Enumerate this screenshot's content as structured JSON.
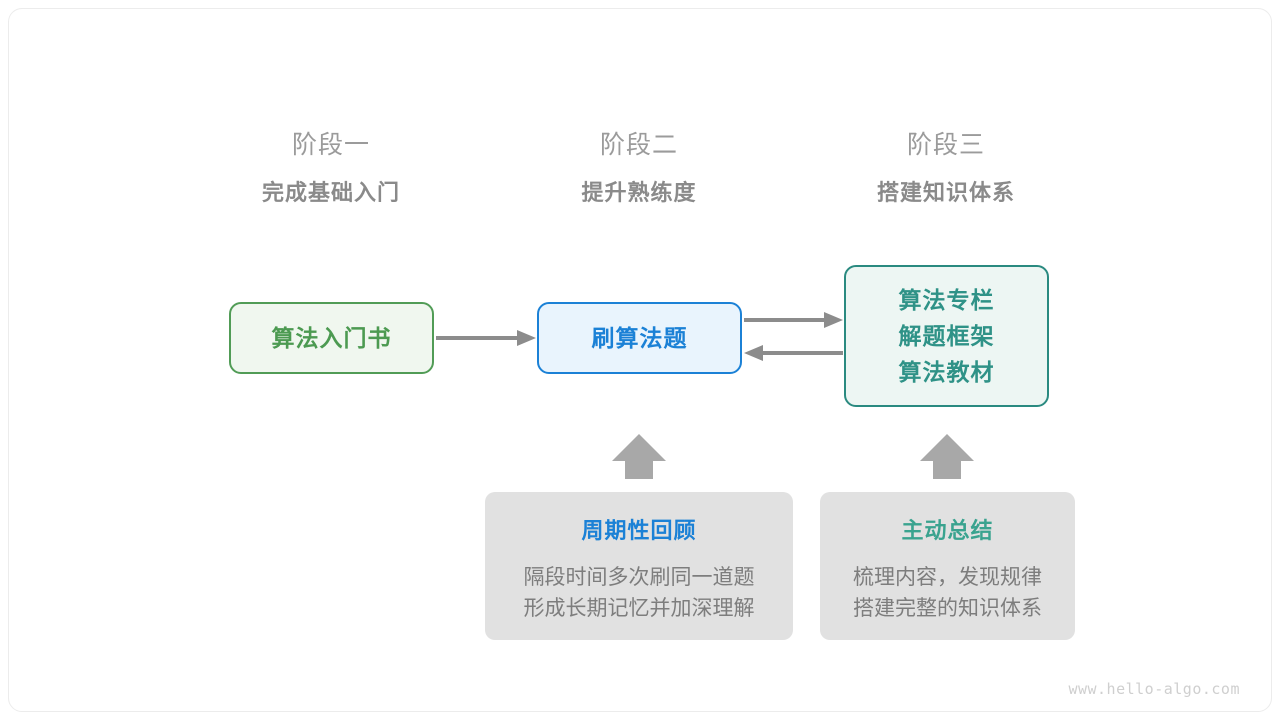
{
  "diagram": {
    "title": "algorithm-learning-roadmap",
    "colors": {
      "arrow": "#8c8c8c",
      "stage_title": "#9b9b9b",
      "stage_subtitle": "#8a8a8a",
      "green": "#4c9a51",
      "blue": "#1b81d6",
      "teal": "#2f9287",
      "note_background": "#e1e1e1",
      "note_body": "#7d7d7d",
      "watermark": "#cfcfcf"
    }
  },
  "stages": [
    {
      "title": "阶段一",
      "subtitle": "完成基础入门"
    },
    {
      "title": "阶段二",
      "subtitle": "提升熟练度"
    },
    {
      "title": "阶段三",
      "subtitle": "搭建知识体系"
    }
  ],
  "nodes": {
    "book": {
      "label": "算法入门书"
    },
    "practice": {
      "label": "刷算法题"
    },
    "resources": {
      "line1": "算法专栏",
      "line2": "解题框架",
      "line3": "算法教材"
    }
  },
  "notes": [
    {
      "title": "周期性回顾",
      "line1": "隔段时间多次刷同一道题",
      "line2": "形成长期记忆并加深理解"
    },
    {
      "title": "主动总结",
      "line1": "梳理内容，发现规律",
      "line2": "搭建完整的知识体系"
    }
  ],
  "watermark": "www.hello-algo.com"
}
